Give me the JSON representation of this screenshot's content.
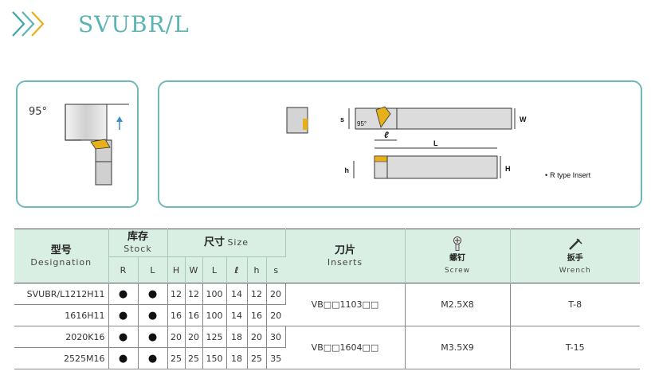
{
  "header": {
    "title": "SVUBR/L"
  },
  "panels": {
    "angle_label": "95°",
    "drawing_labels": {
      "s": "s",
      "w": "W",
      "h": "h",
      "H": "H",
      "l": "ℓ",
      "L": "L",
      "angle": "95°"
    },
    "note": "R type Insert"
  },
  "table": {
    "headers": {
      "designation_cn": "型号",
      "designation_en": "Designation",
      "stock_cn": "库存",
      "stock_en": "Stock",
      "size_cn": "尺寸",
      "size_en": "Size",
      "inserts_cn": "刀片",
      "inserts_en": "Inserts",
      "screw_cn": "螺钉",
      "screw_en": "Screw",
      "wrench_cn": "扳手",
      "wrench_en": "Wrench",
      "sub": [
        "R",
        "L",
        "H",
        "W",
        "L",
        "ℓ",
        "h",
        "s"
      ]
    },
    "rows": [
      {
        "designation": "SVUBR/L1212H11",
        "r": "●",
        "l": "●",
        "H": "12",
        "W": "12",
        "L": "100",
        "ell": "14",
        "h": "12",
        "s": "20"
      },
      {
        "designation": "1616H11",
        "r": "●",
        "l": "●",
        "H": "16",
        "W": "16",
        "L": "100",
        "ell": "14",
        "h": "16",
        "s": "20"
      },
      {
        "designation": "2020K16",
        "r": "●",
        "l": "●",
        "H": "20",
        "W": "20",
        "L": "125",
        "ell": "18",
        "h": "20",
        "s": "30"
      },
      {
        "designation": "2525M16",
        "r": "●",
        "l": "●",
        "H": "25",
        "W": "25",
        "L": "150",
        "ell": "18",
        "h": "25",
        "s": "35"
      }
    ],
    "groups": [
      {
        "insert": "VB□□1103□□",
        "screw": "M2.5X8",
        "wrench": "T-8"
      },
      {
        "insert": "VB□□1604□□",
        "screw": "M3.5X9",
        "wrench": "T-15"
      }
    ]
  },
  "colors": {
    "accent": "#5ab4b4",
    "header_bg": "#d9efe4",
    "insert": "#e5b01a"
  }
}
